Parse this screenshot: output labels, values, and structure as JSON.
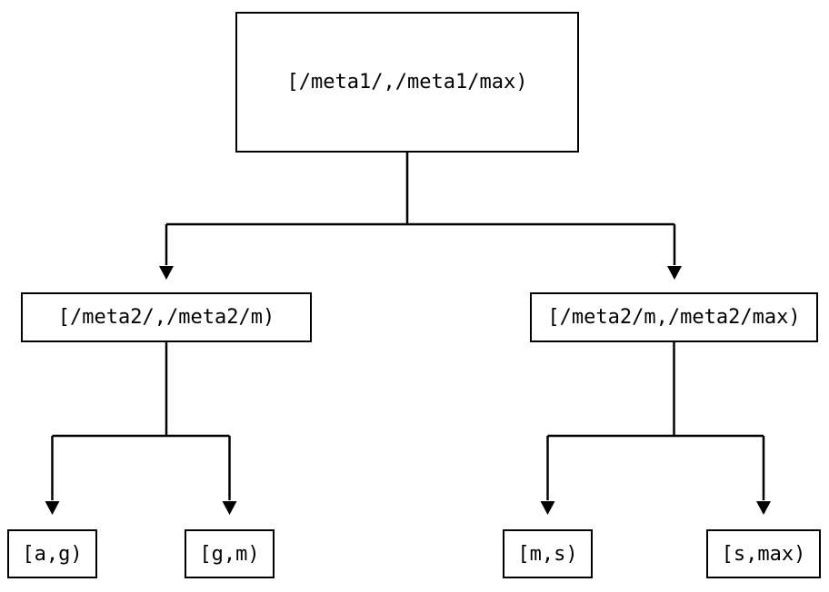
{
  "diagram": {
    "type": "tree",
    "background_color": "#ffffff",
    "line_color": "#000000",
    "nodes": {
      "root": {
        "label": "[/meta1/,/meta1/max)"
      },
      "mid_left": {
        "label": "[/meta2/,/meta2/m)"
      },
      "mid_right": {
        "label": "[/meta2/m,/meta2/max)"
      },
      "leaf_ag": {
        "label": "[a,g)"
      },
      "leaf_gm": {
        "label": "[g,m)"
      },
      "leaf_ms": {
        "label": "[m,s)"
      },
      "leaf_smax": {
        "label": "[s,max)"
      }
    },
    "edges": [
      {
        "from": "root",
        "to": "mid_left"
      },
      {
        "from": "root",
        "to": "mid_right"
      },
      {
        "from": "mid_left",
        "to": "leaf_ag"
      },
      {
        "from": "mid_left",
        "to": "leaf_gm"
      },
      {
        "from": "mid_right",
        "to": "leaf_ms"
      },
      {
        "from": "mid_right",
        "to": "leaf_smax"
      }
    ]
  }
}
